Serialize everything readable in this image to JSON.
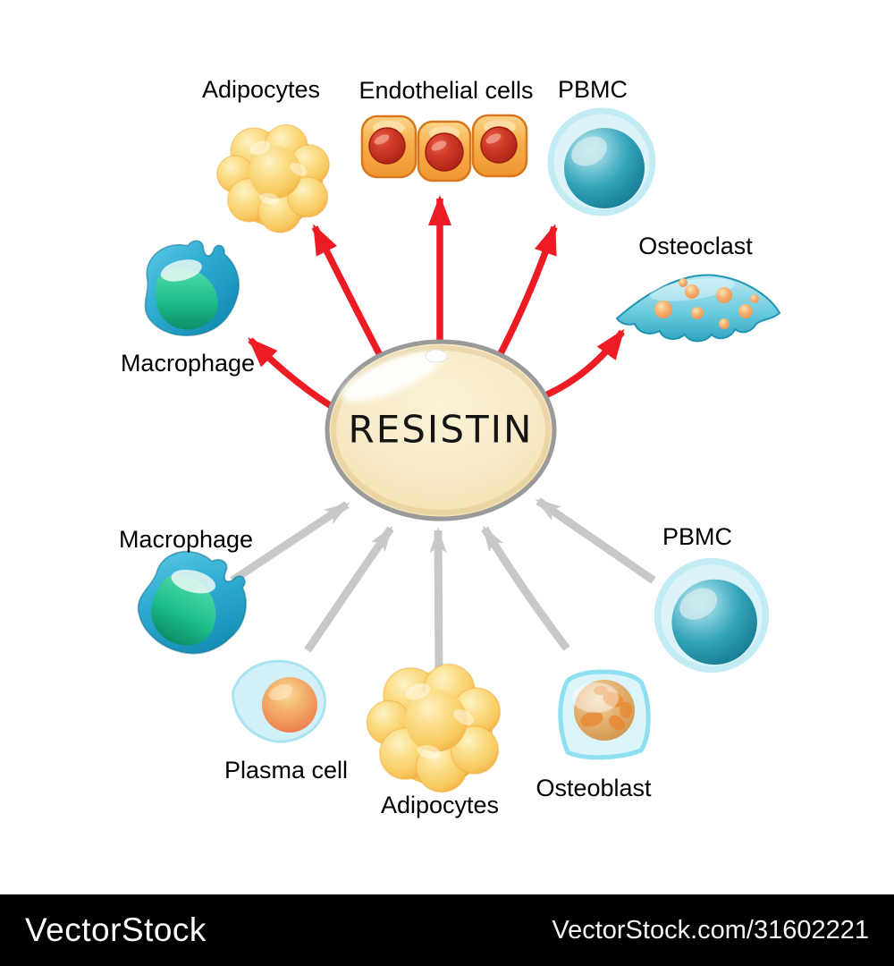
{
  "diagram": {
    "center_label": "RESISTIN",
    "targets": [
      {
        "id": "macrophage-top",
        "label": "Macrophage"
      },
      {
        "id": "adipocytes-top",
        "label": "Adipocytes"
      },
      {
        "id": "endothelial",
        "label": "Endothelial cells"
      },
      {
        "id": "pbmc-top",
        "label": "PBMC"
      },
      {
        "id": "osteoclast",
        "label": "Osteoclast"
      }
    ],
    "sources": [
      {
        "id": "macrophage-bottom",
        "label": "Macrophage"
      },
      {
        "id": "plasma-cell",
        "label": "Plasma cell"
      },
      {
        "id": "adipocytes-bottom",
        "label": "Adipocytes"
      },
      {
        "id": "osteoblast",
        "label": "Osteoblast"
      },
      {
        "id": "pbmc-bottom",
        "label": "PBMC"
      }
    ],
    "colors": {
      "outgoing_arrow": "#ed1c24",
      "incoming_arrow": "#c7c8ca",
      "center_fill": "#f8ebc8",
      "center_border": "#9a9a9a",
      "adipocyte_yellow": "#f8c95f",
      "endothelial_orange": "#f6ae4b",
      "nucleus_red": "#c23222",
      "pbmc_teal": "#2aa0b7",
      "macrophage_blue": "#2facd2",
      "macrophage_green": "#1dbe8c",
      "osteoclast_cyan": "#66c8dc",
      "plasma_nucleus_orange": "#f3ac66",
      "osteoblast_nucleus_tan": "#e5b272"
    }
  },
  "watermark": {
    "brand": "VectorStock",
    "credit": "VectorStock.com/31602221"
  }
}
